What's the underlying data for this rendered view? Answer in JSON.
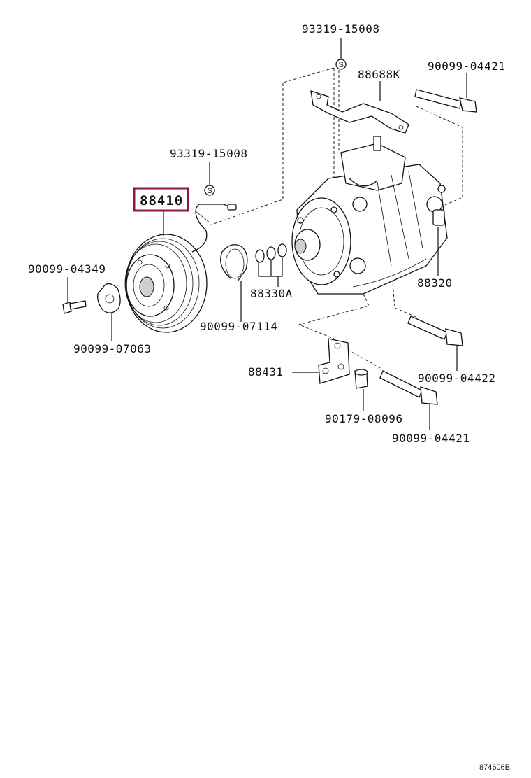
{
  "parts": {
    "p93319_top": "93319-15008",
    "p88688K": "88688K",
    "p90099_04421_top": "90099-04421",
    "p93319_mid": "93319-15008",
    "p88410": "88410",
    "p90099_04349": "90099-04349",
    "p88330A": "88330A",
    "p88320": "88320",
    "p90099_07114": "90099-07114",
    "p90099_07063": "90099-07063",
    "p88431": "88431",
    "p90099_04422": "90099-04422",
    "p90179_08096": "90179-08096",
    "p90099_04421_bot": "90099-04421"
  },
  "symbols": {
    "clip_symbol": "S"
  },
  "highlight_color": "#8b1a3a",
  "reference_code": "874606B"
}
